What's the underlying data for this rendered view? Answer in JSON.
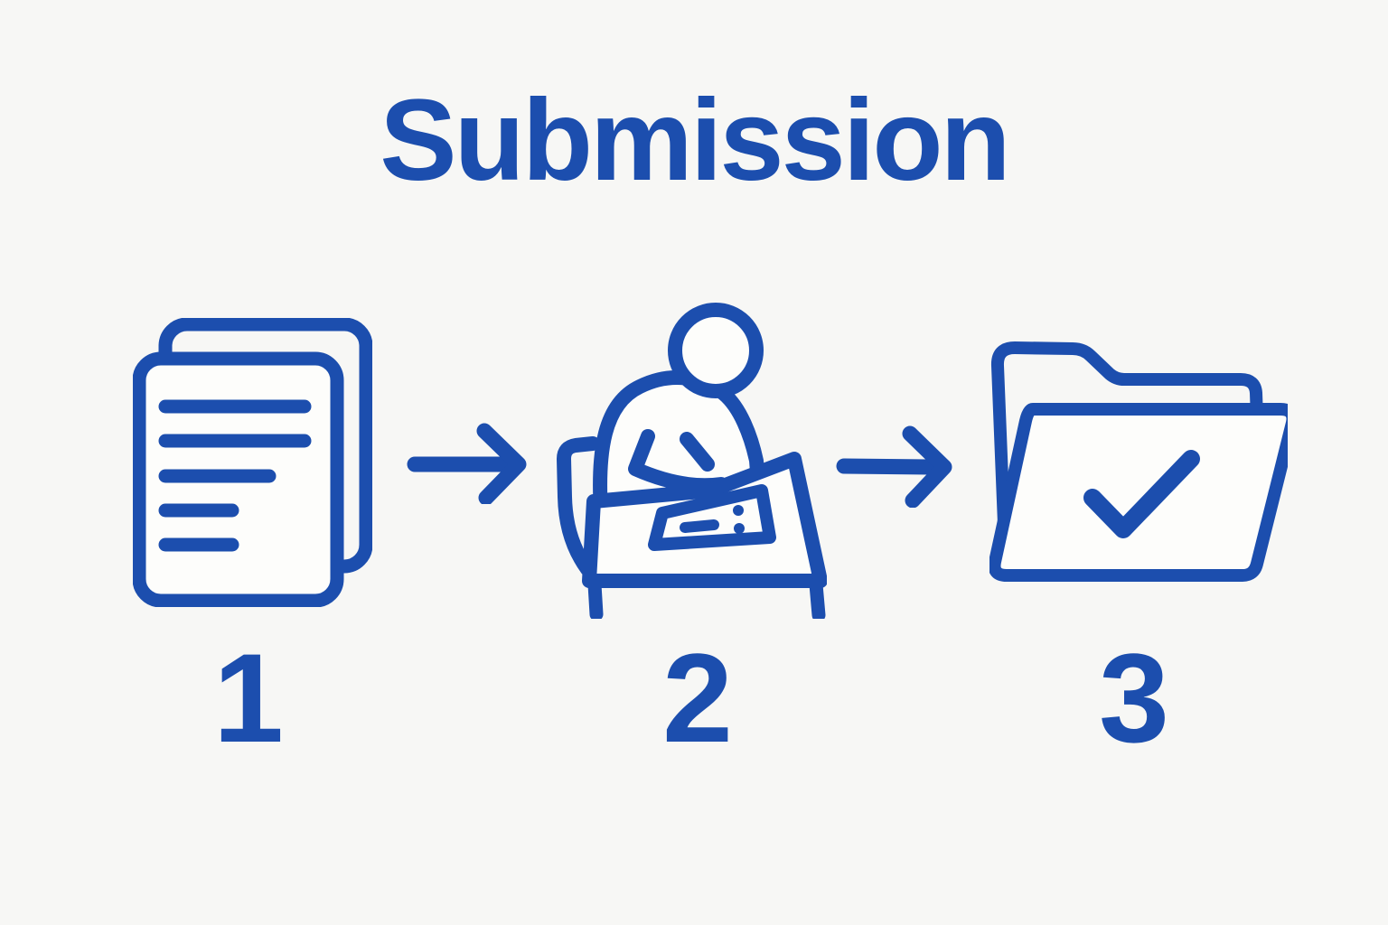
{
  "title": "Submission",
  "colors": {
    "accent": "#1c4eae",
    "background": "#f7f7f5",
    "shape_fill": "#fdfdfb"
  },
  "steps": [
    {
      "number": "1",
      "icon": "documents-icon"
    },
    {
      "number": "2",
      "icon": "person-writing-icon"
    },
    {
      "number": "3",
      "icon": "folder-check-icon"
    }
  ],
  "connectors": [
    {
      "icon": "arrow-right-icon"
    },
    {
      "icon": "arrow-right-icon"
    }
  ]
}
